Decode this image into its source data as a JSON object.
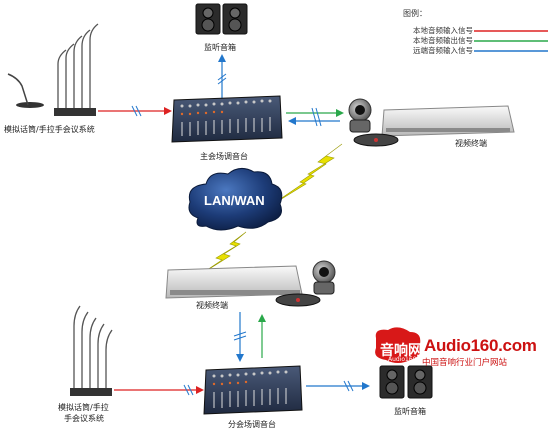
{
  "legend": {
    "title": "图例：",
    "items": [
      {
        "label": "本地音频输入信号",
        "color": "#dd2222"
      },
      {
        "label": "本地音频输出信号",
        "color": "#2aa84a"
      },
      {
        "label": "远端音频输入信号",
        "color": "#2277cc"
      }
    ]
  },
  "main_site": {
    "speakers_label": "监听音箱",
    "mic_label": "模拟话筒/手拉手会议系统",
    "mixer_label": "主会场调音台",
    "terminal_label": "视频终端"
  },
  "network": {
    "cloud_label": "LAN/WAN"
  },
  "branch_site": {
    "terminal_label": "视频终端",
    "mic_label_line1": "模拟话筒/手拉",
    "mic_label_line2": "手会议系统",
    "mixer_label": "分会场调音台",
    "speakers_label": "监听音箱"
  },
  "brand": {
    "logo_text": "音响网",
    "logo_sub": "Audio160",
    "name": "Audio160.com",
    "tagline": "中国音响行业门户网站"
  },
  "colors": {
    "input": "#dd2222",
    "output": "#2aa84a",
    "remote": "#2277cc",
    "lightning": "#e8e000",
    "cloud": "#1a3a70"
  }
}
